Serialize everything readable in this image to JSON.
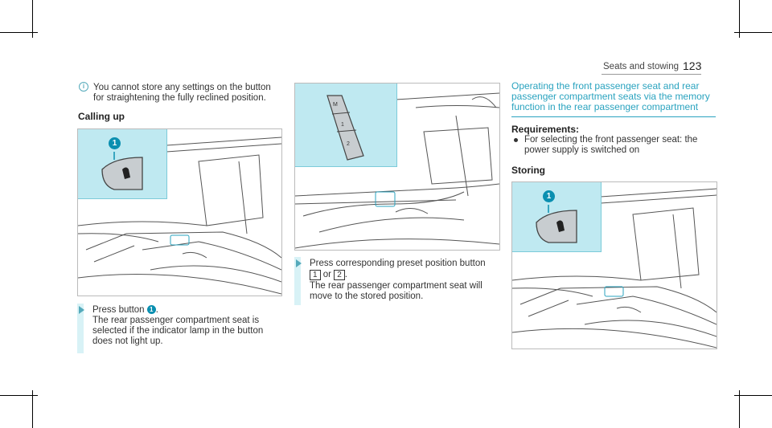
{
  "header": {
    "section": "Seats and stowing",
    "page": "123"
  },
  "left_column": {
    "note": "You cannot store any settings on the button for straightening the fully reclined position.",
    "heading": "Calling up",
    "step": "Press button",
    "step_callout": "1",
    "step_suffix": ".",
    "result": "The rear passenger compartment seat is selected if the indicator lamp in the button does not light up."
  },
  "middle_column": {
    "figure_labels": {
      "m": "M",
      "one": "1",
      "two": "2"
    },
    "step": "Press corresponding preset position button",
    "key1": "1",
    "key_or": "or",
    "key2": "2",
    "key_end": ".",
    "result": "The rear passenger compartment seat will move to the stored position."
  },
  "right_column": {
    "title": "Operating the front passenger seat and rear passenger compartment seats via the memory function in the rear passenger compartment",
    "req_heading": "Requirements:",
    "requirement": "For selecting the front passenger seat: the power supply is switched on",
    "storing_heading": "Storing"
  },
  "figures": {
    "callout_number": "1"
  },
  "colors": {
    "accent": "#2aa3bf",
    "inset": "#bfe9f1"
  }
}
